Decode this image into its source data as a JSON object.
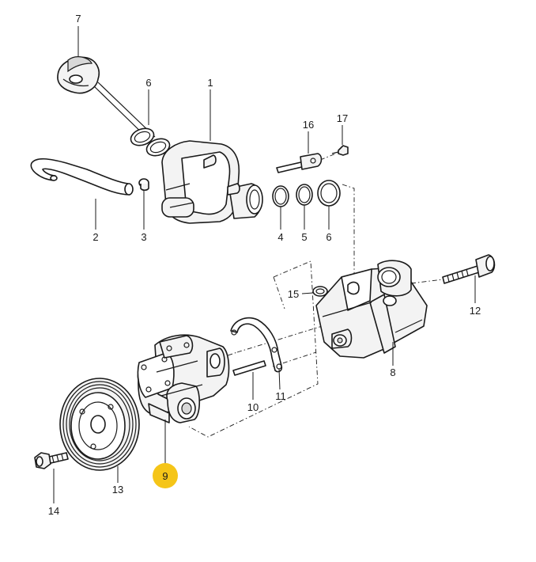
{
  "diagram": {
    "callouts": {
      "c1": "1",
      "c2": "2",
      "c3": "3",
      "c4": "4",
      "c5": "5",
      "c6a": "6",
      "c6b": "6",
      "c7": "7",
      "c8": "8",
      "c9": "9",
      "c10": "10",
      "c11": "11",
      "c12": "12",
      "c13": "13",
      "c14": "14",
      "c15": "15",
      "c16": "16",
      "c17": "17"
    },
    "highlight_color": "#f5c518",
    "highlighted_callout": "9"
  }
}
